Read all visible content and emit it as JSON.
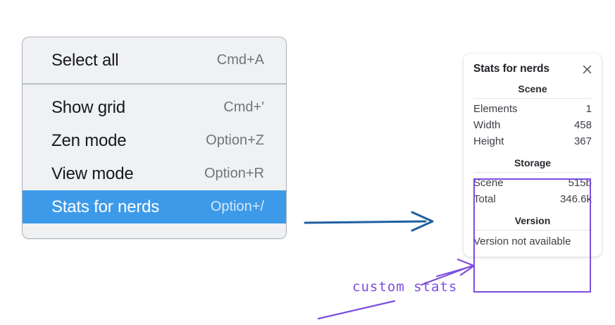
{
  "context_menu": {
    "name": "canvas-context-menu",
    "groups": [
      {
        "items": [
          {
            "label": "Select all",
            "shortcut": "Cmd+A",
            "selected": false
          }
        ]
      },
      {
        "items": [
          {
            "label": "Show grid",
            "shortcut": "Cmd+'",
            "selected": false
          },
          {
            "label": "Zen mode",
            "shortcut": "Option+Z",
            "selected": false
          },
          {
            "label": "View mode",
            "shortcut": "Option+R",
            "selected": false
          },
          {
            "label": "Stats for nerds",
            "shortcut": "Option+/",
            "selected": true
          }
        ]
      }
    ],
    "selected_item_label": "Stats for nerds",
    "highlight_color": "#3d9ae8"
  },
  "stats_panel": {
    "title": "Stats for nerds",
    "close_icon": "close-icon",
    "sections": [
      {
        "heading": "Scene",
        "rows": [
          {
            "key": "Elements",
            "value": "1"
          },
          {
            "key": "Width",
            "value": "458"
          },
          {
            "key": "Height",
            "value": "367"
          }
        ]
      },
      {
        "heading": "Storage",
        "rows": [
          {
            "key": "Scene",
            "value": "515b"
          },
          {
            "key": "Total",
            "value": "346.6k"
          }
        ]
      },
      {
        "heading": "Version",
        "text": "Version not available"
      }
    ]
  },
  "annotations": {
    "custom_stats_label": "custom stats",
    "purple_color": "#7c4dde",
    "blue_arrow_color": "#1f5fa0"
  }
}
